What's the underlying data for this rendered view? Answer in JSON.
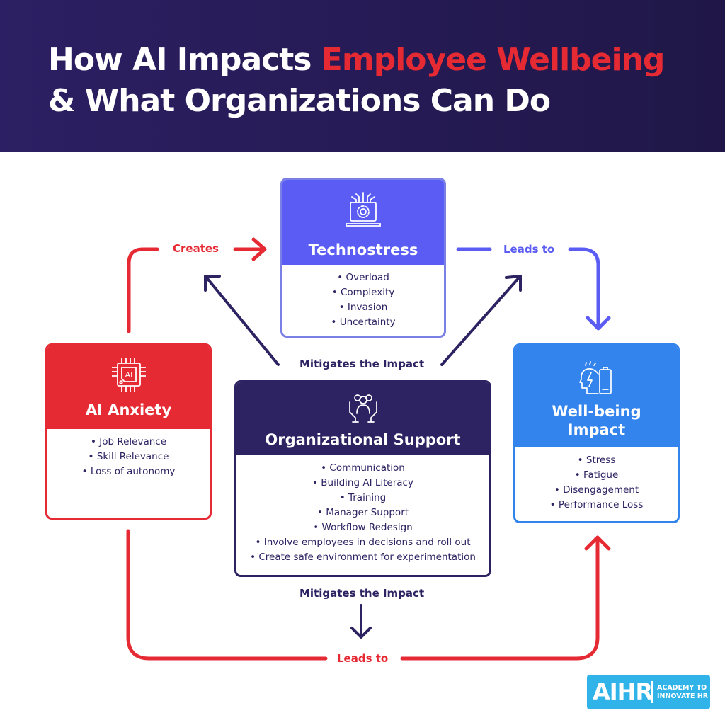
{
  "header": {
    "title_part1": "How AI Impacts ",
    "title_highlight": "Employee Wellbeing",
    "title_line2": "& What Organizations Can Do",
    "highlight_color": "#e52a34"
  },
  "cards": {
    "technostress": {
      "title": "Technostress",
      "icon": "laptop-gear-icon",
      "color": "#5b5cf4",
      "items": [
        "Overload",
        "Complexity",
        "Invasion",
        "Uncertainty"
      ]
    },
    "ai_anxiety": {
      "title": "AI Anxiety",
      "icon": "ai-chip-icon",
      "color": "#e52a34",
      "items": [
        "Job Relevance",
        "Skill Relevance",
        "Loss of autonomy"
      ]
    },
    "org_support": {
      "title": "Organizational Support",
      "icon": "group-hands-icon",
      "color": "#2d2262",
      "items": [
        "Communication",
        "Building AI Literacy",
        "Training",
        "Manager Support",
        "Workflow Redesign",
        "Involve employees in decisions and roll out",
        "Create safe environment for experimentation"
      ]
    },
    "wellbeing": {
      "title_line1": "Well-being",
      "title_line2": "Impact",
      "icon": "head-battery-icon",
      "color": "#3384ec",
      "items": [
        "Stress",
        "Fatigue",
        "Disengagement",
        "Performance Loss"
      ]
    }
  },
  "connectors": {
    "creates": "Creates",
    "leads_to_top": "Leads to",
    "mitigates_top": "Mitigates the Impact",
    "mitigates_bottom": "Mitigates the Impact",
    "leads_to_bottom": "Leads to"
  },
  "logo": {
    "mark": "AIHR",
    "line1": "ACADEMY TO",
    "line2": "INNOVATE HR"
  }
}
